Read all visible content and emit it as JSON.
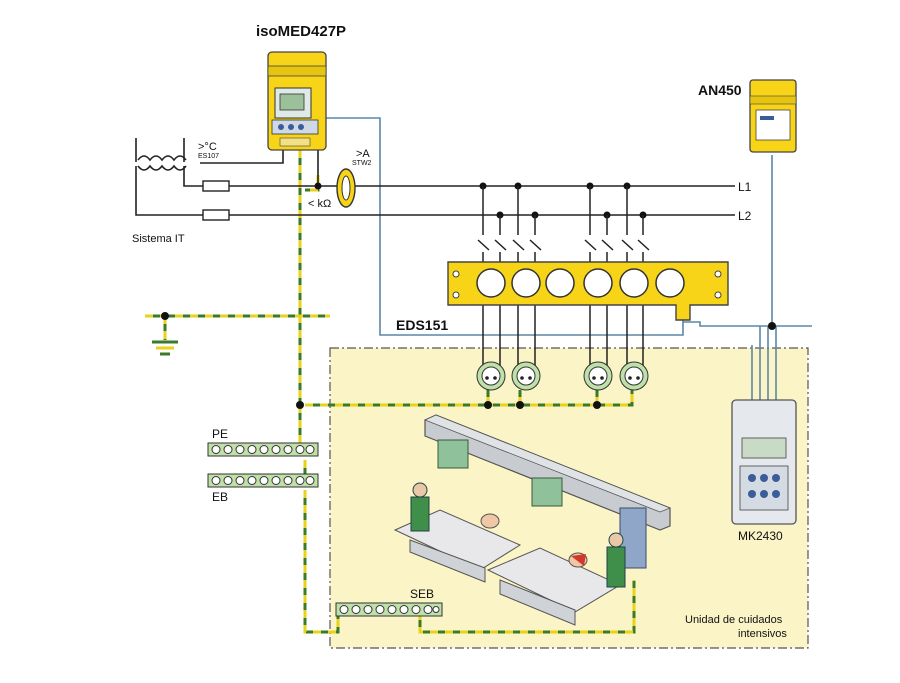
{
  "devices": {
    "isomed": "isoMED427P",
    "an450": "AN450",
    "eds151": "EDS151",
    "mk2430": "MK2430"
  },
  "labels": {
    "temp": ">°C",
    "es107": "ES107",
    "current": ">A",
    "stw2": "STW2",
    "kohm": "< kΩ",
    "it_system": "Sistema IT",
    "l1": "L1",
    "l2": "L2",
    "pe": "PE",
    "eb": "EB",
    "seb": "SEB",
    "area_line1": "Unidad de cuidados",
    "area_line2": "intensivos"
  },
  "colors": {
    "device_yellow": "#f7d417",
    "area_fill": "#fbf4c6",
    "ground_green": "#3a7a2a",
    "ground_yellow": "#e8d21a",
    "socket_green": "#bfe0a8",
    "data_line_blue": "#5b87a8"
  }
}
